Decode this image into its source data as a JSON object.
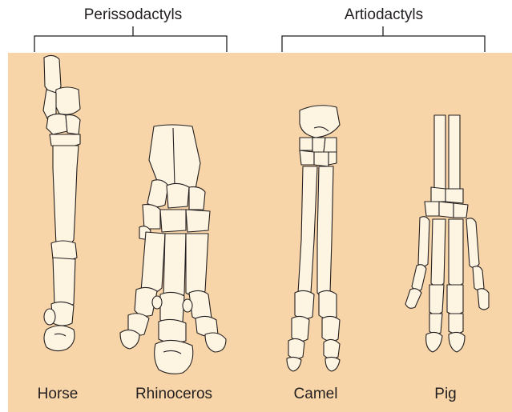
{
  "groups": {
    "perissodactyls": "Perissodactyls",
    "artiodactyls": "Artiodactyls"
  },
  "species": {
    "horse": "Horse",
    "rhinoceros": "Rhinoceros",
    "camel": "Camel",
    "pig": "Pig"
  },
  "colors": {
    "panel": "#f7d5a8",
    "bone_fill": "#fdf4e2",
    "bone_outline": "#231f20",
    "text": "#231f20"
  }
}
